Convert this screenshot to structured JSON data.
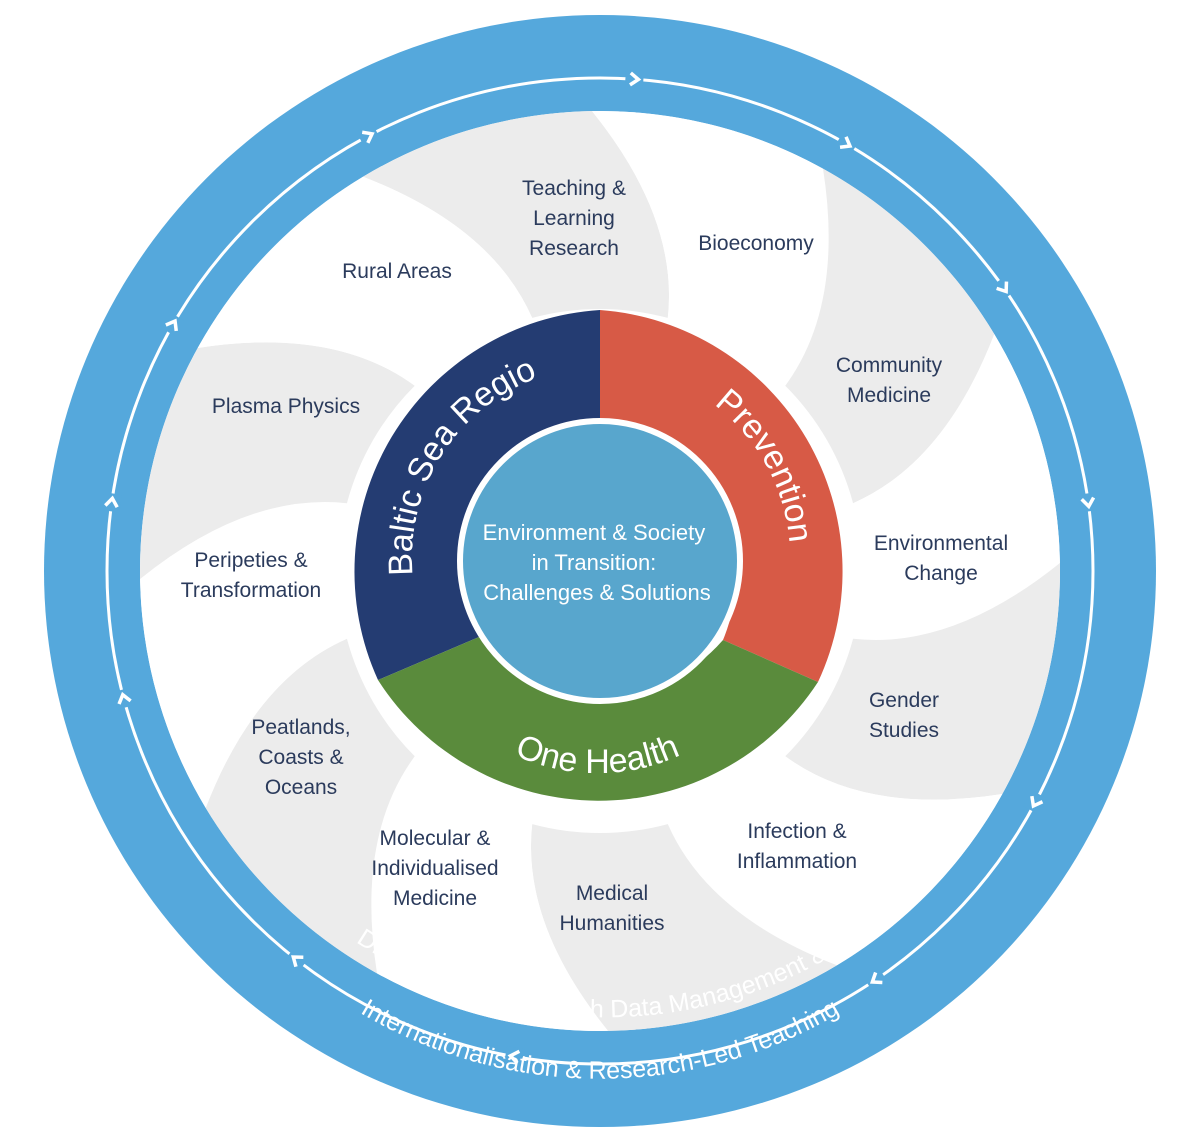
{
  "colors": {
    "outer_ring": "#55a8dc",
    "segment_shade": "#ececec",
    "segment_white": "#ffffff",
    "topic_text": "#2b3b5c",
    "core": "#58a6cd",
    "baltic": "#243c72",
    "prevention": "#d75a46",
    "one_health": "#5a8b3c"
  },
  "center": {
    "lines": [
      "Environment & Society",
      "in Transition:",
      "Challenges & Solutions"
    ]
  },
  "pillars": {
    "baltic": "Baltic Sea Region",
    "prevention": "Prevention",
    "one_health": "One Health"
  },
  "topics": [
    {
      "id": "teaching",
      "lines": [
        "Teaching &",
        "Learning",
        "Research"
      ]
    },
    {
      "id": "bioeconomy",
      "lines": [
        "Bioeconomy"
      ]
    },
    {
      "id": "community-medicine",
      "lines": [
        "Community",
        "Medicine"
      ]
    },
    {
      "id": "environmental-change",
      "lines": [
        "Environmental",
        "Change"
      ]
    },
    {
      "id": "gender-studies",
      "lines": [
        "Gender",
        "Studies"
      ]
    },
    {
      "id": "infection",
      "lines": [
        "Infection &",
        "Inflammation"
      ]
    },
    {
      "id": "medical-humanities",
      "lines": [
        "Medical",
        "Humanities"
      ]
    },
    {
      "id": "molecular-medicine",
      "lines": [
        "Molecular &",
        "Individualised",
        "Medicine"
      ]
    },
    {
      "id": "peatlands",
      "lines": [
        "Peatlands,",
        "Coasts &",
        "Oceans"
      ]
    },
    {
      "id": "peripeties",
      "lines": [
        "Peripeties &",
        "Transformation"
      ]
    },
    {
      "id": "plasma-physics",
      "lines": [
        "Plasma Physics"
      ]
    },
    {
      "id": "rural-areas",
      "lines": [
        "Rural Areas"
      ]
    }
  ],
  "rings": {
    "inner": "Digitalisation, Research Data Management & AI",
    "outer": "Internationalisation & Research-Led Teaching"
  },
  "arrow_icon": "chevron-arrow-icon"
}
